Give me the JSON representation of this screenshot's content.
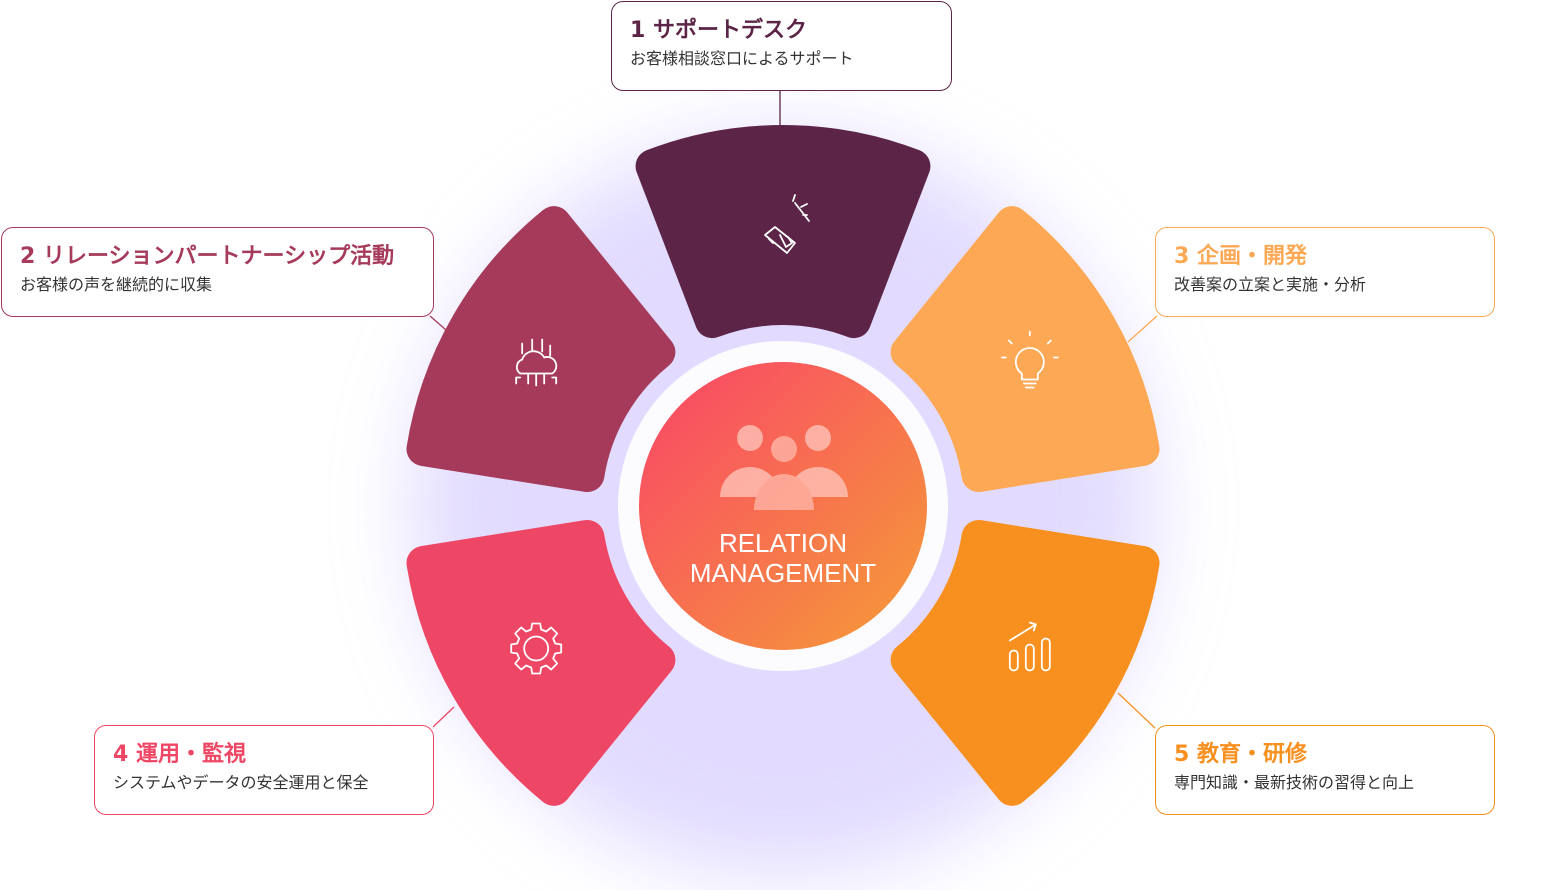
{
  "center": {
    "line1": "RELATION",
    "line2": "MANAGEMENT",
    "icon": "people-group-icon",
    "gradient": [
      "#f94f6a",
      "#f59838"
    ]
  },
  "items": [
    {
      "title": "1 サポートデスク",
      "desc": "お客様相談窓口によるサポート",
      "color": "#5c2547",
      "icon": "megaphone-icon"
    },
    {
      "title": "2 リレーションパートナーシップ活動",
      "desc": "お客様の声を継続的に収集",
      "color": "#a53a5a",
      "icon": "cloud-network-icon"
    },
    {
      "title": "3 企画・開発",
      "desc": "改善案の立案と実施・分析",
      "color": "#fda855",
      "icon": "lightbulb-icon"
    },
    {
      "title": "4 運用・監視",
      "desc": "システムやデータの安全運用と保全",
      "color": "#ee4766",
      "icon": "gear-icon"
    },
    {
      "title": "5 教育・研修",
      "desc": "専門知識・最新技術の習得と向上",
      "color": "#f7901e",
      "icon": "growth-chart-icon"
    }
  ]
}
